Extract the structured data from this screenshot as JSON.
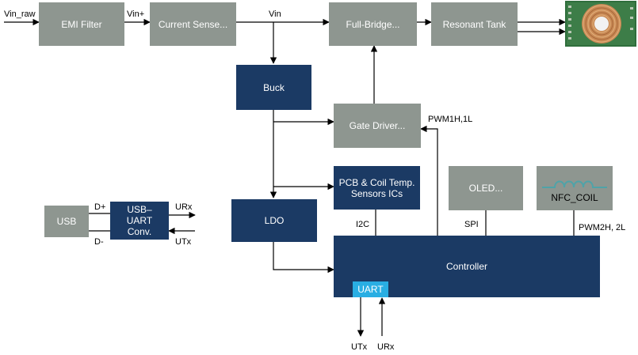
{
  "blocks": {
    "emi_filter": "EMI Filter",
    "current_sense": "Current Sense...",
    "full_bridge": "Full-Bridge...",
    "resonant_tank": "Resonant Tank",
    "buck": "Buck",
    "gate_driver": "Gate Driver...",
    "pcb_temp": "PCB & Coil Temp.\nSensors ICs",
    "oled": "OLED...",
    "nfc_coil": "NFC_COIL",
    "ldo": "LDO",
    "controller": "Controller",
    "uart": "UART",
    "usb": "USB",
    "usb_uart": "USB–\nUART\nConv."
  },
  "signals": {
    "vin_raw": "Vin_raw",
    "vin_plus": "Vin+",
    "vin": "Vin",
    "pwm1": "PWM1H,1L",
    "i2c": "I2C",
    "spi": "SPI",
    "pwm2": "PWM2H, 2L",
    "d_plus": "D+",
    "d_minus": "D-",
    "urx_right": "URx",
    "utx_right": "UTx",
    "utx_bottom": "UTx",
    "urx_bottom": "URx"
  },
  "colors": {
    "gray_block": "#8e9690",
    "navy_block": "#1b3a64",
    "uart_block": "#29aee3",
    "coil_wire": "#4fa3a8",
    "pad_green": "#2f6e3c"
  },
  "icons": {
    "nfc_coil": "coil-inductor-icon",
    "charging_coil": "wireless-charging-coil-icon"
  }
}
